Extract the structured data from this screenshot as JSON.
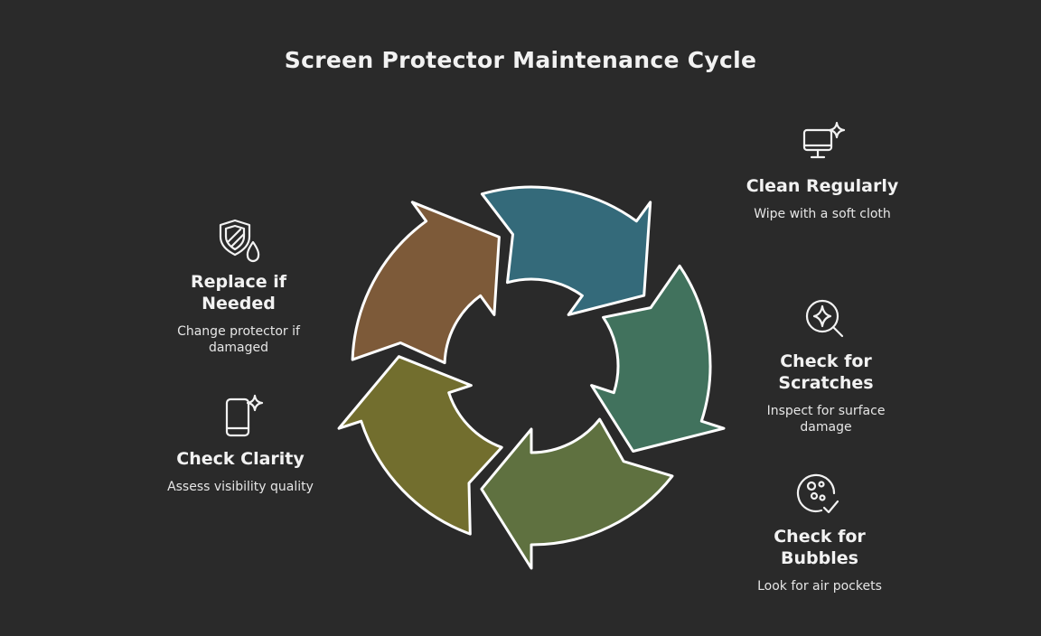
{
  "title": "Screen Protector Maintenance Cycle",
  "colors": {
    "background": "#2a2a2a",
    "clean": "#346a7a",
    "scratches": "#41725d",
    "bubbles": "#5f7140",
    "clarity": "#726e2e",
    "replace": "#7d5a39",
    "outline": "#ffffff"
  },
  "steps": {
    "clean": {
      "label": "Clean Regularly",
      "desc": "Wipe with a soft cloth",
      "icon": "monitor-sparkle-icon"
    },
    "scratches": {
      "label": "Check for Scratches",
      "desc": "Inspect for surface damage",
      "icon": "magnifier-sparkle-icon"
    },
    "bubbles": {
      "label": "Check for Bubbles",
      "desc": "Look for air pockets",
      "icon": "bubbles-check-icon"
    },
    "clarity": {
      "label": "Check Clarity",
      "desc": "Assess visibility quality",
      "icon": "phone-sparkle-icon"
    },
    "replace": {
      "label": "Replace if Needed",
      "desc": "Change protector if damaged",
      "icon": "shield-drop-icon"
    }
  }
}
